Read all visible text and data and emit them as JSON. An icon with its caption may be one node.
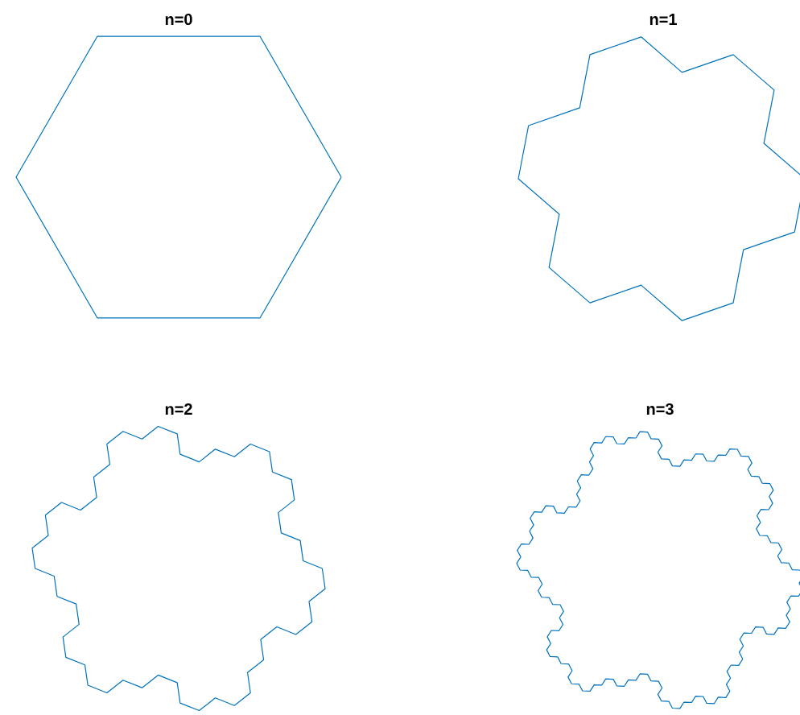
{
  "diagram": {
    "labels": [
      "n=0",
      "n=1",
      "n=2",
      "n=3"
    ]
  }
}
